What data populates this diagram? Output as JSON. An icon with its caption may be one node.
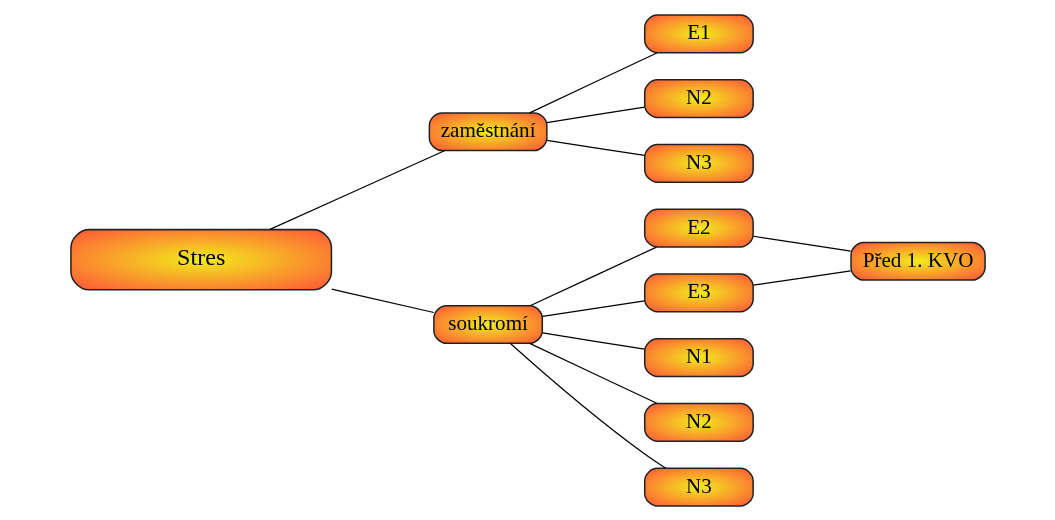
{
  "diagram": {
    "nodes": [
      {
        "text": [
          "Stres"
        ]
      },
      {
        "text": [
          "zaměstnání"
        ]
      },
      {
        "text": [
          "E1"
        ]
      },
      {
        "text": [
          "N2"
        ]
      },
      {
        "text": [
          "N3"
        ]
      },
      {
        "text": [
          "soukromí"
        ]
      },
      {
        "text": [
          "E2"
        ]
      },
      {
        "text": [
          "E3"
        ]
      },
      {
        "text": [
          "N1"
        ]
      },
      {
        "text": [
          "N2"
        ]
      },
      {
        "text": [
          "N3"
        ]
      },
      {
        "text": [
          "Před 1. KVO"
        ]
      }
    ],
    "edges": [
      {
        "from": 0,
        "to": 1,
        "arrow": "none"
      },
      {
        "from": 0,
        "to": 5,
        "arrow": "none"
      },
      {
        "from": 1,
        "to": 2,
        "arrow": "none"
      },
      {
        "from": 1,
        "to": 3,
        "arrow": "none"
      },
      {
        "from": 1,
        "to": 4,
        "arrow": "none"
      },
      {
        "from": 5,
        "to": 6,
        "arrow": "none"
      },
      {
        "from": 5,
        "to": 7,
        "arrow": "none"
      },
      {
        "from": 5,
        "to": 8,
        "arrow": "none"
      },
      {
        "from": 5,
        "to": 9,
        "arrow": "none"
      },
      {
        "from": 5,
        "to": 10,
        "arrow": "none"
      },
      {
        "from": 6,
        "to": 11,
        "arrow": "none"
      },
      {
        "from": 7,
        "to": 11,
        "arrow": "none"
      }
    ]
  }
}
